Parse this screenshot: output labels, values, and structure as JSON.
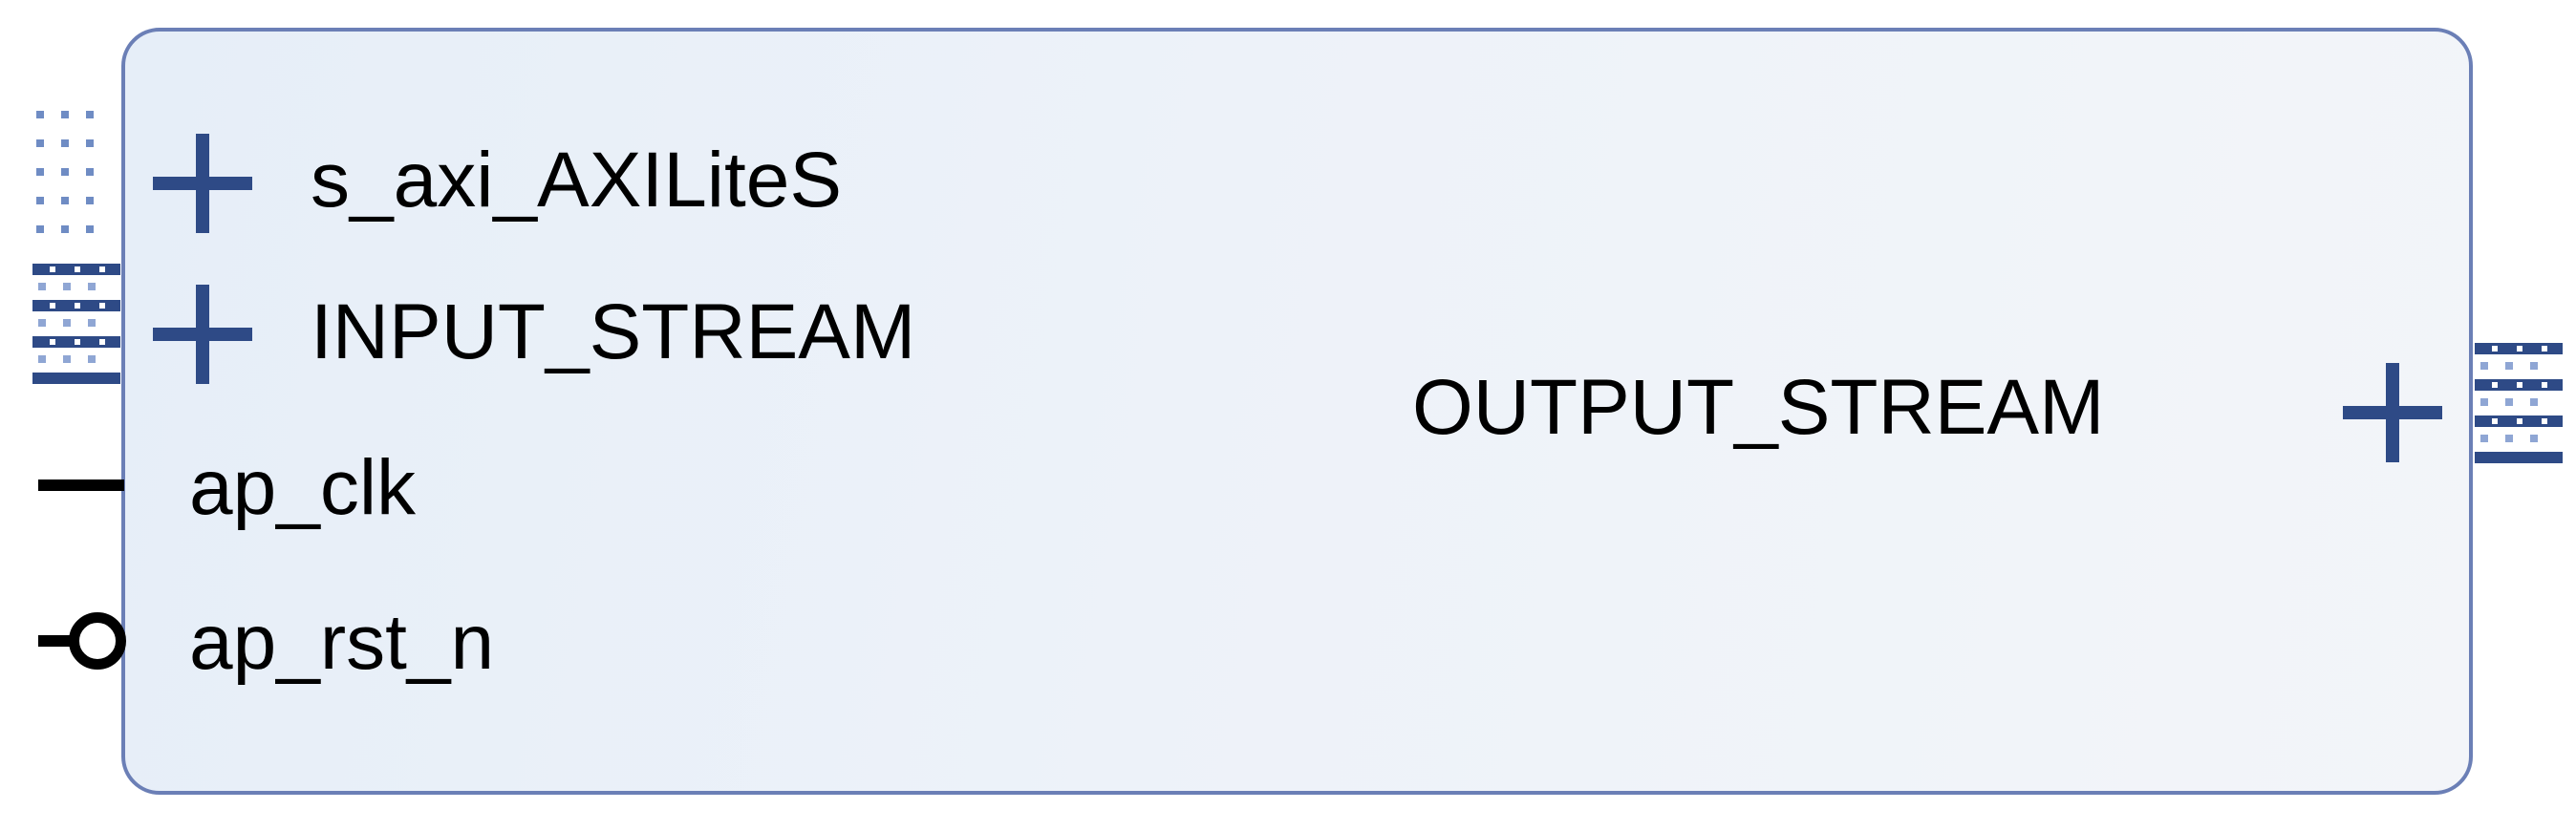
{
  "ip_block": {
    "ports_left": {
      "s_axi": "s_axi_AXILiteS",
      "input_stream": "INPUT_STREAM",
      "ap_clk": "ap_clk",
      "ap_rst_n": "ap_rst_n"
    },
    "ports_right": {
      "output_stream": "OUTPUT_STREAM"
    }
  },
  "colors": {
    "border": "#6b7fb6",
    "fill": "#eaf0f8",
    "bus_icon": "#2e4a86",
    "bus_icon_light": "#6f8cc4",
    "text": "#000000"
  }
}
